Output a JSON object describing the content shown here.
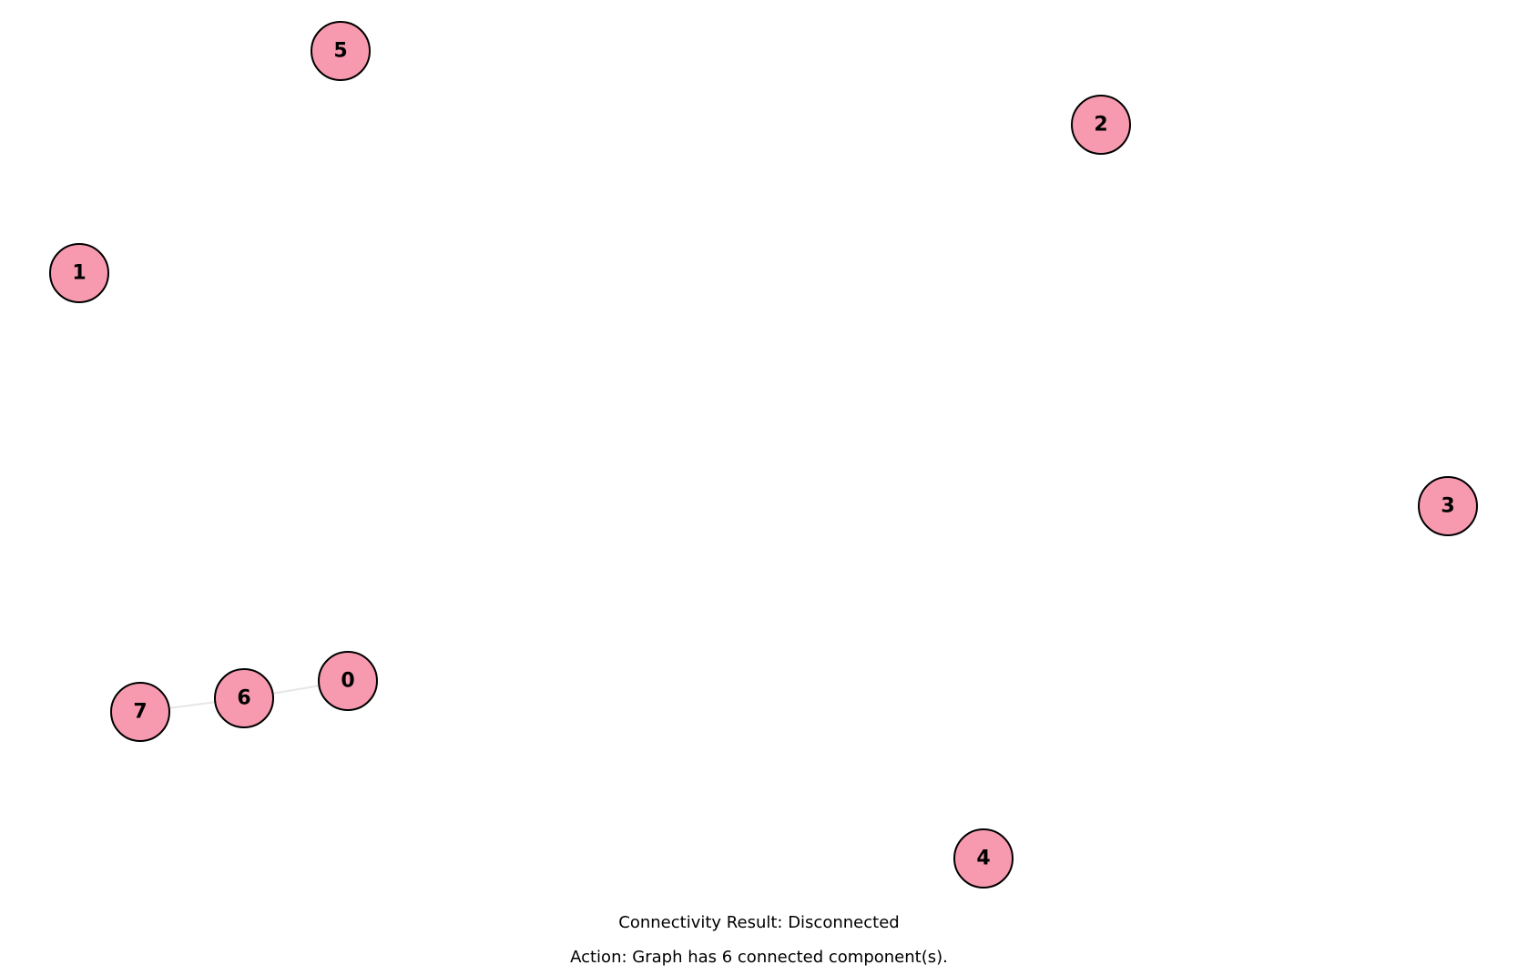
{
  "graph": {
    "nodes": [
      {
        "id": "0",
        "label": "0"
      },
      {
        "id": "1",
        "label": "1"
      },
      {
        "id": "2",
        "label": "2"
      },
      {
        "id": "3",
        "label": "3"
      },
      {
        "id": "4",
        "label": "4"
      },
      {
        "id": "5",
        "label": "5"
      },
      {
        "id": "6",
        "label": "6"
      },
      {
        "id": "7",
        "label": "7"
      }
    ],
    "edges": [
      {
        "source": "7",
        "target": "6"
      },
      {
        "source": "6",
        "target": "0"
      }
    ],
    "colors": {
      "node_fill": "#f79aaf",
      "node_stroke": "#000000",
      "edge": "#e6e6e6",
      "label": "#000000"
    }
  },
  "captions": {
    "result": "Connectivity Result: Disconnected",
    "action": "Action: Graph has 6 connected component(s)."
  }
}
